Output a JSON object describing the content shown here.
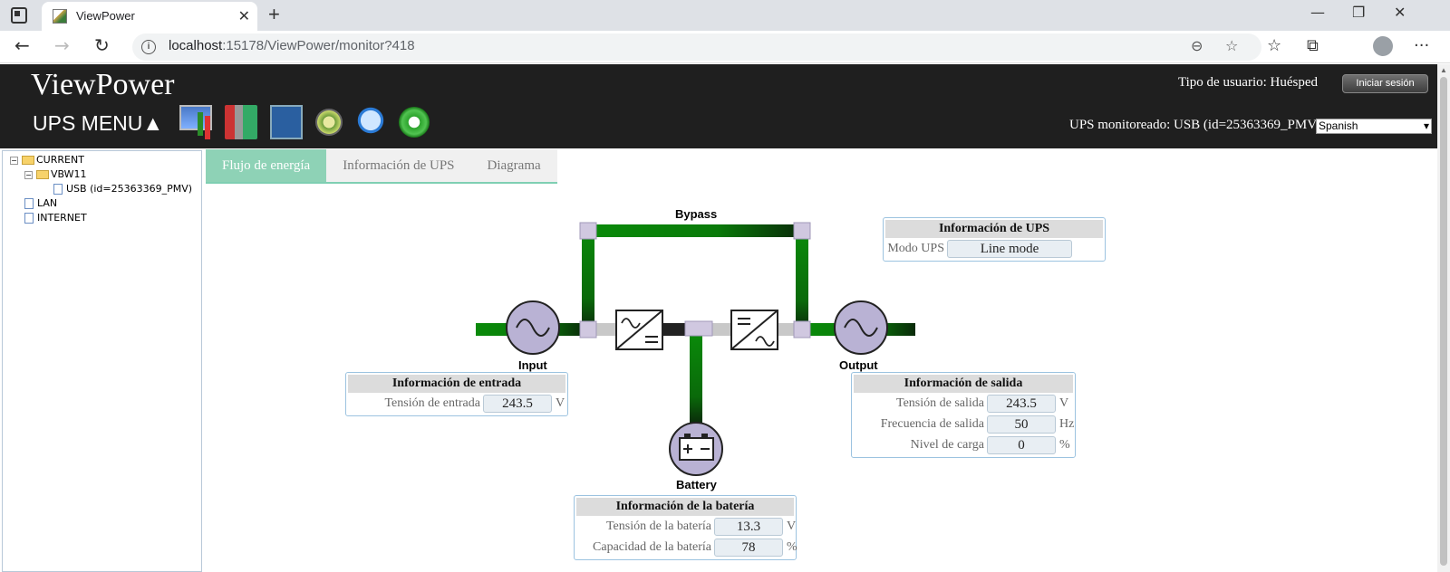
{
  "browser": {
    "tab_title": "ViewPower",
    "url_host": "localhost",
    "url_path": ":15178/ViewPower/monitor?418"
  },
  "header": {
    "brand": "ViewPower",
    "menu_label": "UPS MENU▲",
    "user_type": "Tipo de usuario: Huésped",
    "login_label": "Iniciar sesión",
    "monitored": "UPS monitoreado: USB (id=25363369_PMV)",
    "language": "Spanish"
  },
  "tree": {
    "root": "CURRENT",
    "child": "VBW11",
    "leaf": "USB (id=25363369_PMV)",
    "lan": "LAN",
    "internet": "INTERNET"
  },
  "tabs": [
    "Flujo de energía",
    "Información de UPS",
    "Diagrama"
  ],
  "diagram": {
    "bypass": "Bypass",
    "input": "Input",
    "output": "Output",
    "battery": "Battery"
  },
  "ups_info": {
    "title": "Información de UPS",
    "mode_label": "Modo UPS",
    "mode_value": "Line mode"
  },
  "input_info": {
    "title": "Información de entrada",
    "voltage_label": "Tensión de entrada",
    "voltage_value": "243.5",
    "voltage_unit": "V"
  },
  "output_info": {
    "title": "Información de salida",
    "voltage_label": "Tensión de salida",
    "voltage_value": "243.5",
    "voltage_unit": "V",
    "freq_label": "Frecuencia de salida",
    "freq_value": "50",
    "freq_unit": "Hz",
    "load_label": "Nivel de carga",
    "load_value": "0",
    "load_unit": "%"
  },
  "battery_info": {
    "title": "Información de la batería",
    "voltage_label": "Tensión de la batería",
    "voltage_value": "13.3",
    "voltage_unit": "V",
    "capacity_label": "Capacidad de la batería",
    "capacity_value": "78",
    "capacity_unit": "%"
  }
}
